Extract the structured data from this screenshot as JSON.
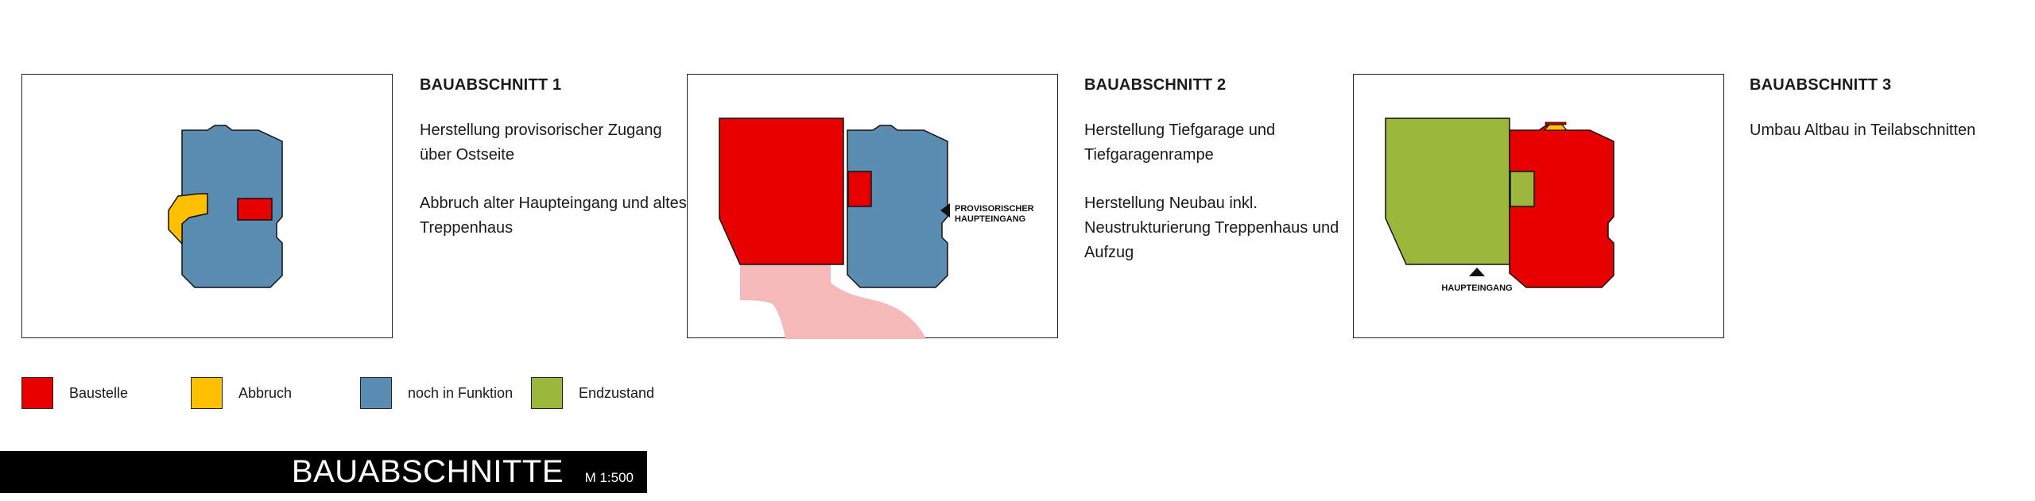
{
  "stages": [
    {
      "title": "BAUABSCHNITT 1",
      "paragraphs": [
        "Herstellung provisorischer Zugang über Ostseite",
        "Abbruch alter Haupteingang und altes Treppenhaus"
      ]
    },
    {
      "title": "BAUABSCHNITT 2",
      "paragraphs": [
        "Herstellung Tiefgarage und Tiefgaragenrampe",
        "Herstellung Neubau inkl. Neustrukturierung Treppenhaus und Aufzug"
      ],
      "annotation_line1": "PROVISORISCHER",
      "annotation_line2": "HAUPTEINGANG"
    },
    {
      "title": "BAUABSCHNITT 3",
      "paragraphs": [
        "Umbau Altbau in Teilabschnitten"
      ],
      "annotation": "HAUPTEINGANG"
    }
  ],
  "legend": [
    {
      "label": "Baustelle",
      "color": "#e60000"
    },
    {
      "label": "Abbruch",
      "color": "#ffc000"
    },
    {
      "label": "noch in Funktion",
      "color": "#5b8db3"
    },
    {
      "label": "Endzustand",
      "color": "#9cb83c"
    }
  ],
  "footer": {
    "title": "BAUABSCHNITTE",
    "scale": "M 1:500"
  },
  "colors": {
    "baustelle": "#e60000",
    "abbruch": "#ffc000",
    "funktion": "#5b8db3",
    "endzustand": "#9cb83c",
    "tiefgarage": "#f6b9b9"
  }
}
